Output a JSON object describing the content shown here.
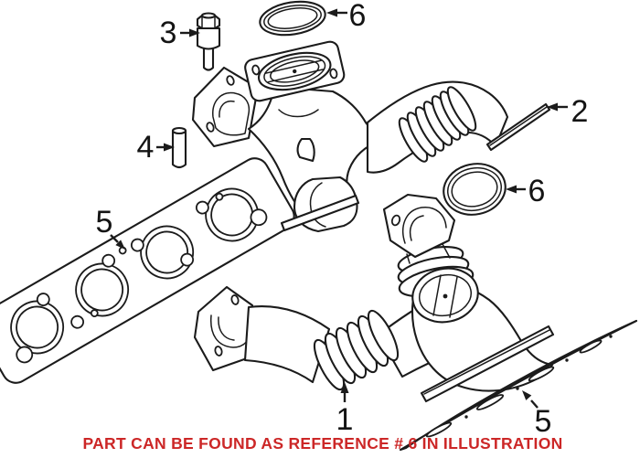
{
  "illustration": {
    "background": "#ffffff",
    "line_color": "#1b1b1b",
    "callout_color": "#141414",
    "callouts": {
      "c1": {
        "label": "1"
      },
      "c2": {
        "label": "2"
      },
      "c3": {
        "label": "3"
      },
      "c4": {
        "label": "4"
      },
      "c5a": {
        "label": "5"
      },
      "c5b": {
        "label": "5"
      },
      "c6a": {
        "label": "6"
      },
      "c6b": {
        "label": "6"
      }
    },
    "caption": {
      "text": "PART CAN BE FOUND AS REFERENCE # 6 IN ILLUSTRATION",
      "color": "#cc2727"
    }
  }
}
